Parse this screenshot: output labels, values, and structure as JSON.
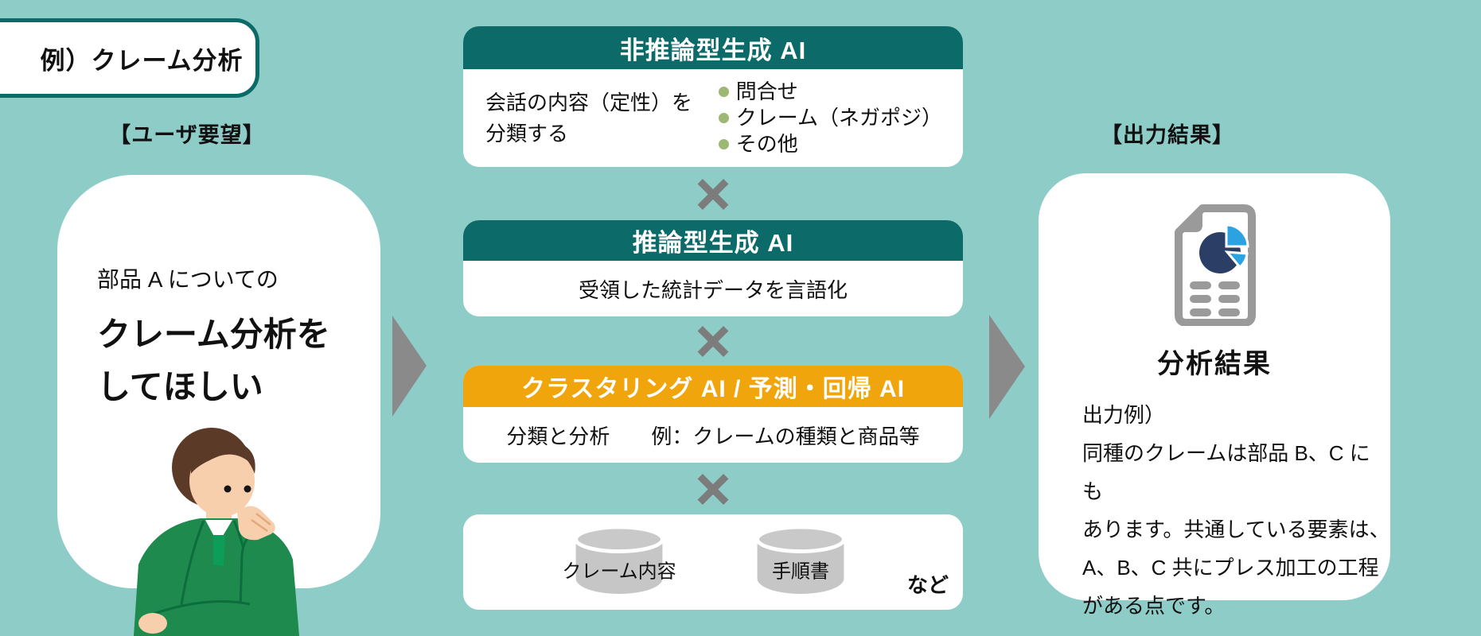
{
  "title_badge": {
    "label": "例）クレーム分析"
  },
  "user_section": {
    "heading": "【ユーザ要望】",
    "request": {
      "line1": "部品 A についての",
      "line2": "クレーム分析を",
      "line3": "してほしい"
    }
  },
  "pipeline": {
    "boxes": [
      {
        "title": "非推論型生成 AI",
        "body_line1": "会話の内容（定性）を",
        "body_line2": "分類する",
        "bullets": [
          "問合せ",
          "クレーム（ネガポジ）",
          "その他"
        ]
      },
      {
        "title": "推論型生成 AI",
        "body": "受領した統計データを言語化"
      },
      {
        "title": "クラスタリング AI / 予測・回帰 AI",
        "body_left": "分類と分析",
        "body_right": "例：クレームの種類と商品等"
      }
    ],
    "data_sources": {
      "items": [
        {
          "label": "クレーム内容"
        },
        {
          "label": "手順書"
        }
      ],
      "suffix": "など"
    }
  },
  "output_section": {
    "heading": "【出力結果】",
    "result_title": "分析結果",
    "result_lines": [
      "出力例）",
      "同種のクレームは部品 B、C にも",
      "あります。共通している要素は、",
      "A、B、C 共にプレス加工の工程",
      "がある点です。"
    ]
  },
  "colors": {
    "background": "#8ecdc7",
    "teal_header": "#0c6a68",
    "orange_header": "#efa50b",
    "bullet_green": "#9cb873",
    "arrow_gray": "#8a8a8a",
    "cross_gray": "#7c7c7c",
    "cylinder_gray": "#c6c6c6",
    "doc_icon_gray": "#9a9a9a",
    "pie_navy": "#2b3e66",
    "pie_blue": "#2ba3e0",
    "suit_green": "#1f8a4e"
  }
}
